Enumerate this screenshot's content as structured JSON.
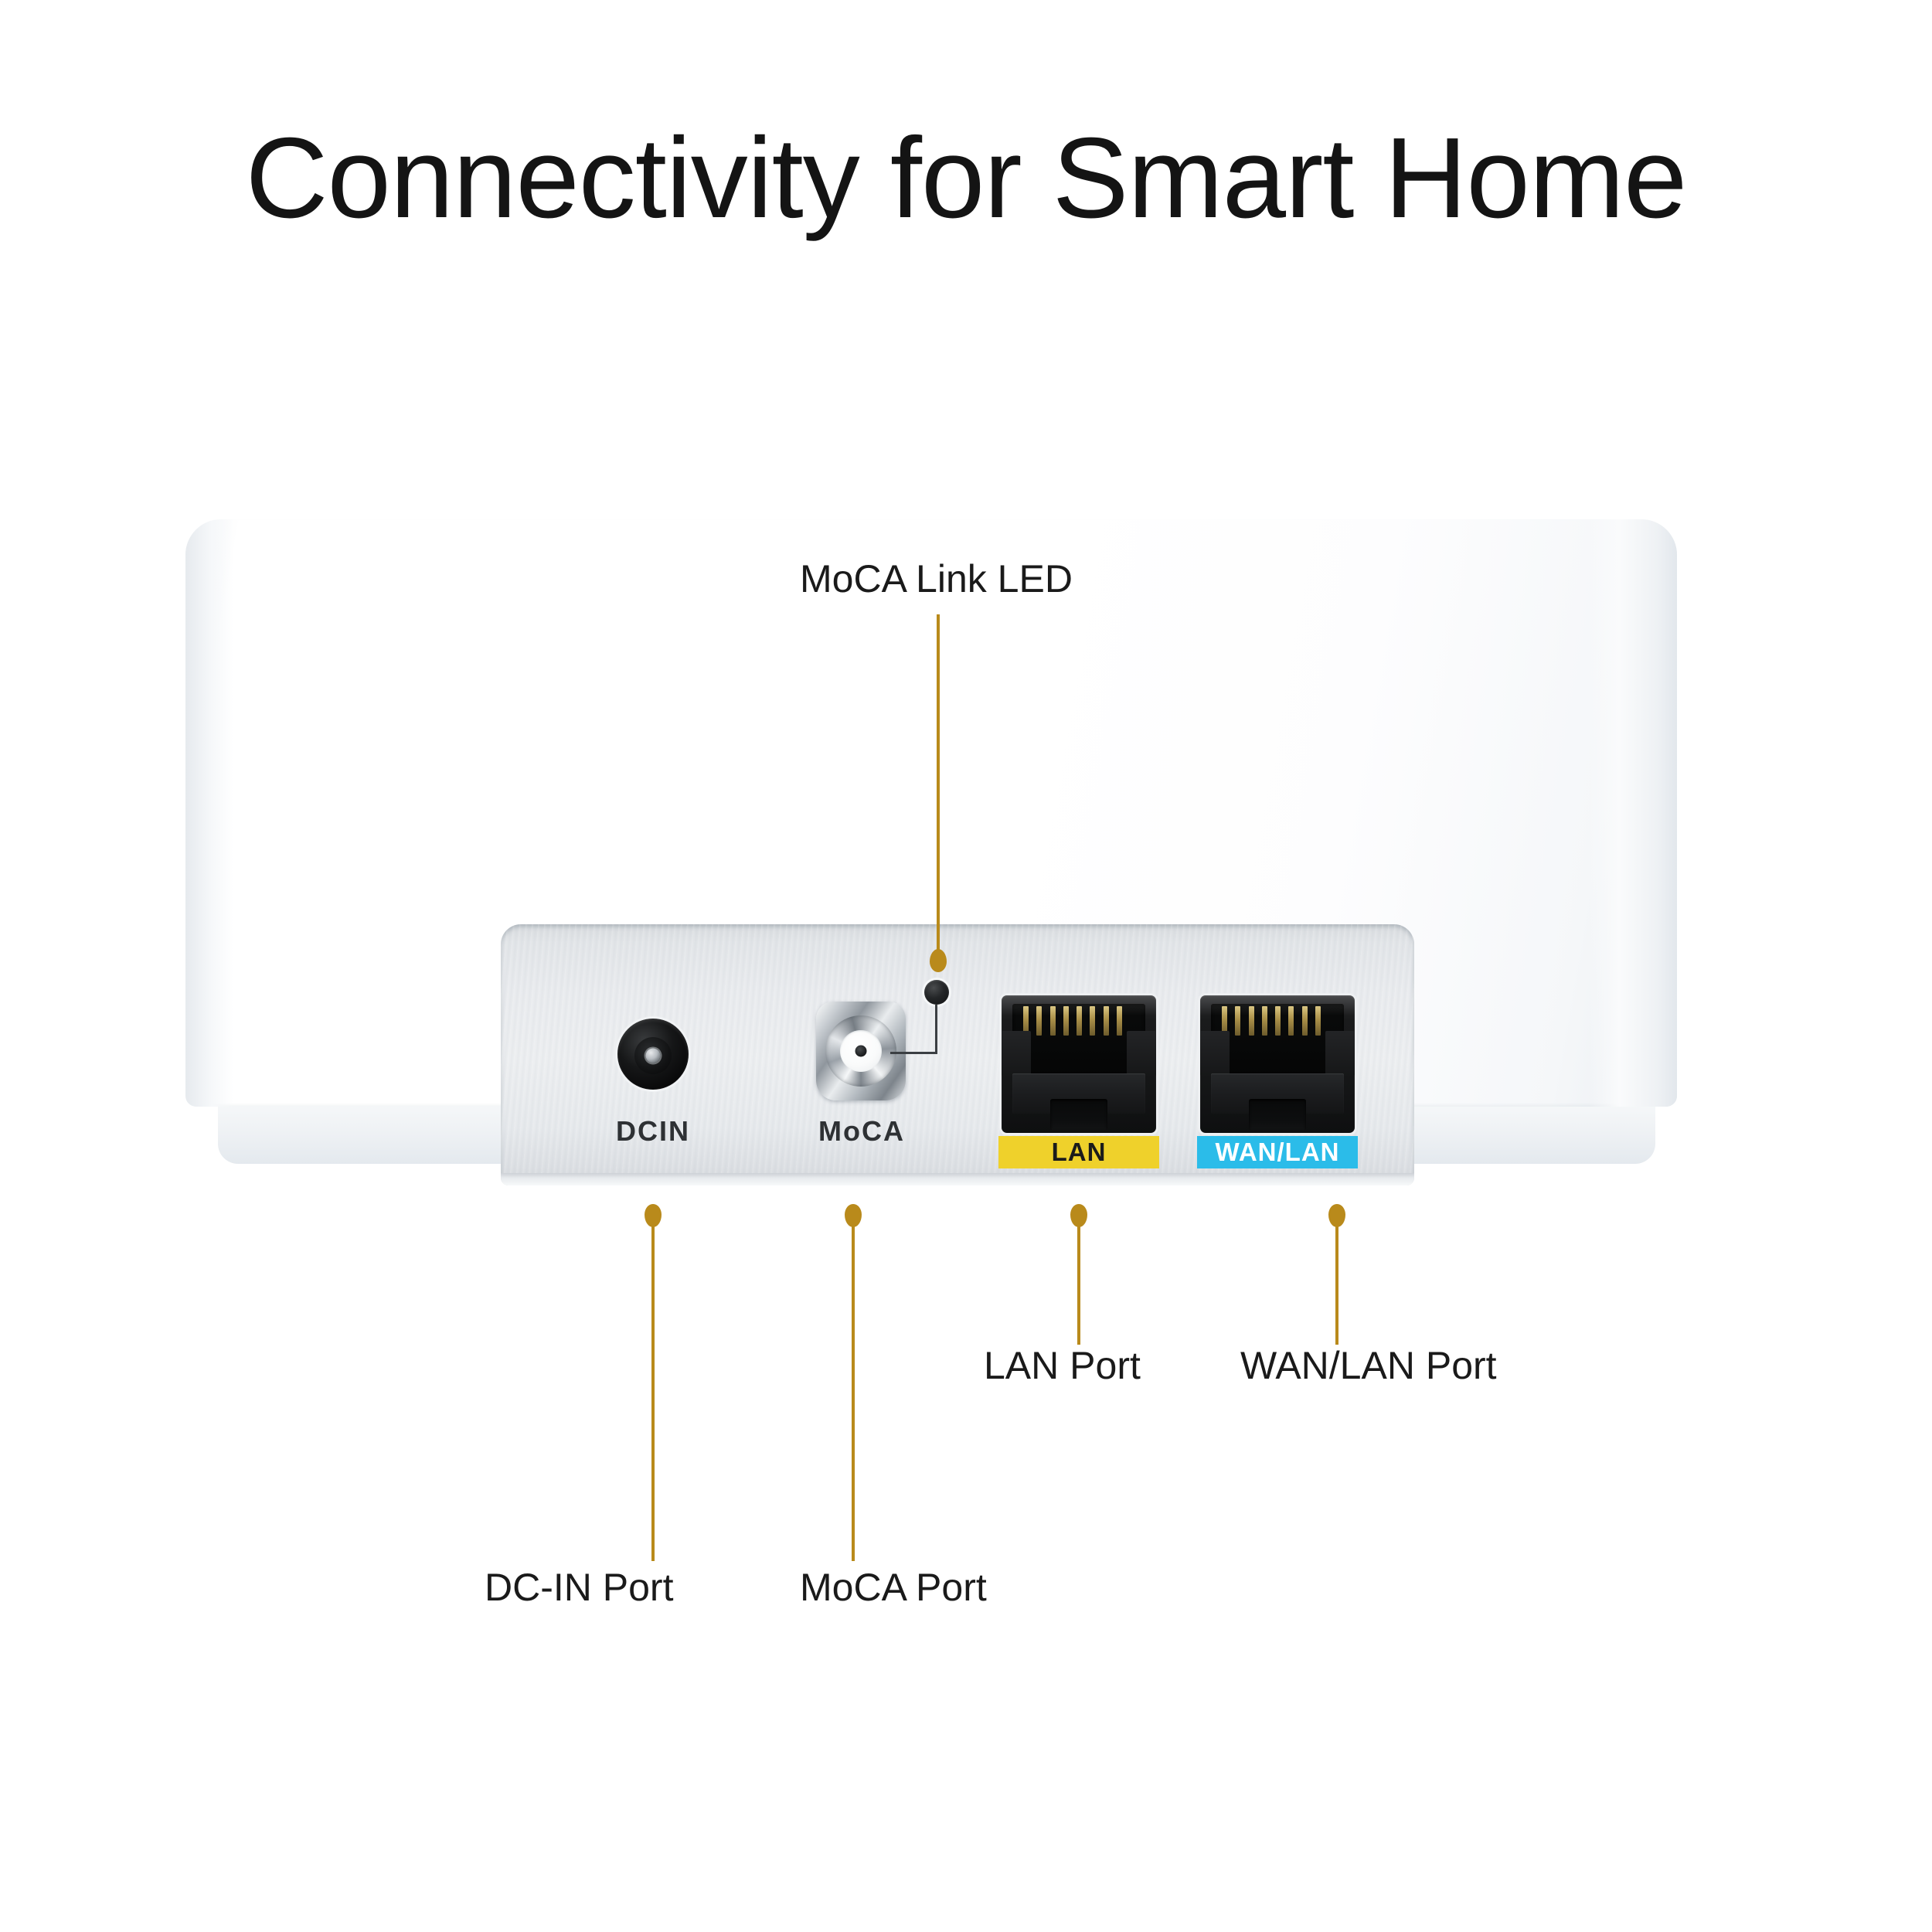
{
  "page": {
    "title": "Connectivity for Smart Home",
    "background": "#ffffff"
  },
  "device": {
    "name": "mesh-wifi-router",
    "body_color": "#ffffff",
    "panel_color": "#e9ebee"
  },
  "colors": {
    "callout": "#B98A1B",
    "lan_tag_bg": "#EFD12B",
    "lan_tag_text": "#1b1b1b",
    "wanlan_tag_bg": "#2BBCE9",
    "wanlan_tag_text": "#ffffff",
    "silkscreen_text": "#2e3134",
    "title_text": "#141414"
  },
  "panel_labels": {
    "dcin": "DCIN",
    "moca": "MoCA",
    "lan": "LAN",
    "wanlan": "WAN/LAN"
  },
  "callouts": [
    {
      "id": "moca-link-led",
      "label": "MoCA Link LED",
      "position": "top"
    },
    {
      "id": "dc-in-port",
      "label": "DC-IN Port",
      "position": "bottom"
    },
    {
      "id": "moca-port",
      "label": "MoCA Port",
      "position": "bottom"
    },
    {
      "id": "lan-port",
      "label": "LAN Port",
      "position": "bottom"
    },
    {
      "id": "wan-lan-port",
      "label": "WAN/LAN Port",
      "position": "bottom"
    }
  ]
}
